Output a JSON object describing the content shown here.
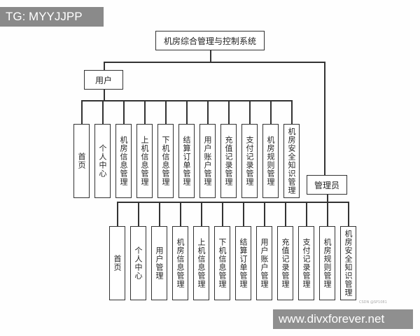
{
  "title": "机房综合管理与控制系统",
  "user_role": {
    "label": "用户",
    "modules": [
      "首页",
      "个人中心",
      "机房信息管理",
      "上机信息管理",
      "下机信息管理",
      "结算订单管理",
      "用户账户管理",
      "充值记录管理",
      "支付记录管理",
      "机房规则管理",
      "机房安全知识管理"
    ]
  },
  "admin_role": {
    "label": "管理员",
    "modules": [
      "首页",
      "个人中心",
      "用户管理",
      "机房信息管理",
      "上机信息管理",
      "下机信息管理",
      "结算订单管理",
      "用户账户管理",
      "充值记录管理",
      "支付记录管理",
      "机房规则管理",
      "机房安全知识管理"
    ]
  },
  "watermarks": {
    "top_left": "TG: MYYJJPP",
    "bottom_right": "www.divxforever.net",
    "credit": "CSDN @SP1081"
  }
}
